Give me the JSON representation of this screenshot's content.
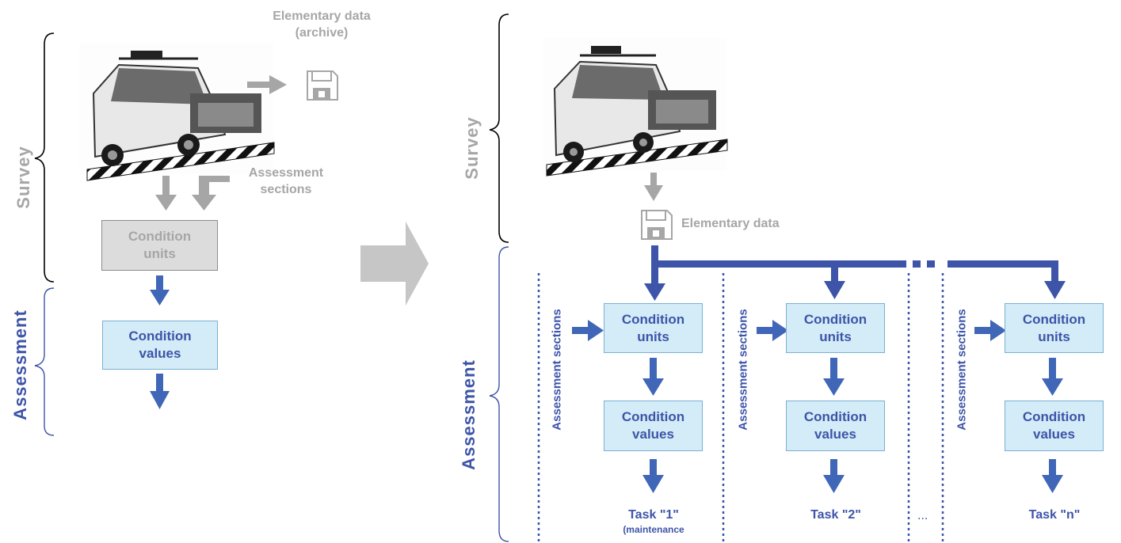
{
  "left": {
    "survey_label": "Survey",
    "assessment_label": "Assessment",
    "archive_label_line1": "Elementary data",
    "archive_label_line2": "(archive)",
    "sections_label_line1": "Assessment",
    "sections_label_line2": "sections",
    "condition_units": [
      "Condition",
      "units"
    ],
    "condition_values": [
      "Condition",
      "values"
    ]
  },
  "right": {
    "survey_label": "Survey",
    "assessment_label": "Assessment",
    "elementary_data_label": "Elementary data",
    "columns": [
      {
        "sections_label": "Assessment sections",
        "condition_units": [
          "Condition",
          "units"
        ],
        "condition_values": [
          "Condition",
          "values"
        ],
        "task": "Task \"1\"",
        "task_sub": "(maintenance"
      },
      {
        "sections_label": "Assessment sections",
        "condition_units": [
          "Condition",
          "units"
        ],
        "condition_values": [
          "Condition",
          "values"
        ],
        "task": "Task \"2\"",
        "task_sub": ""
      },
      {
        "sections_label": "Assessment sections",
        "condition_units": [
          "Condition",
          "units"
        ],
        "condition_values": [
          "Condition",
          "values"
        ],
        "task": "Task \"n\"",
        "task_sub": ""
      }
    ],
    "ellipsis": "..."
  },
  "colors": {
    "gray": "#a6a6a6",
    "blue": "#3d54a8",
    "arrow_blue": "#4066b8",
    "box_blue_fill": "#d3ecf7",
    "box_gray_fill": "#dcdcdc"
  },
  "icons": [
    "survey-vehicle-image",
    "floppy-disk-icon",
    "transition-arrow"
  ]
}
